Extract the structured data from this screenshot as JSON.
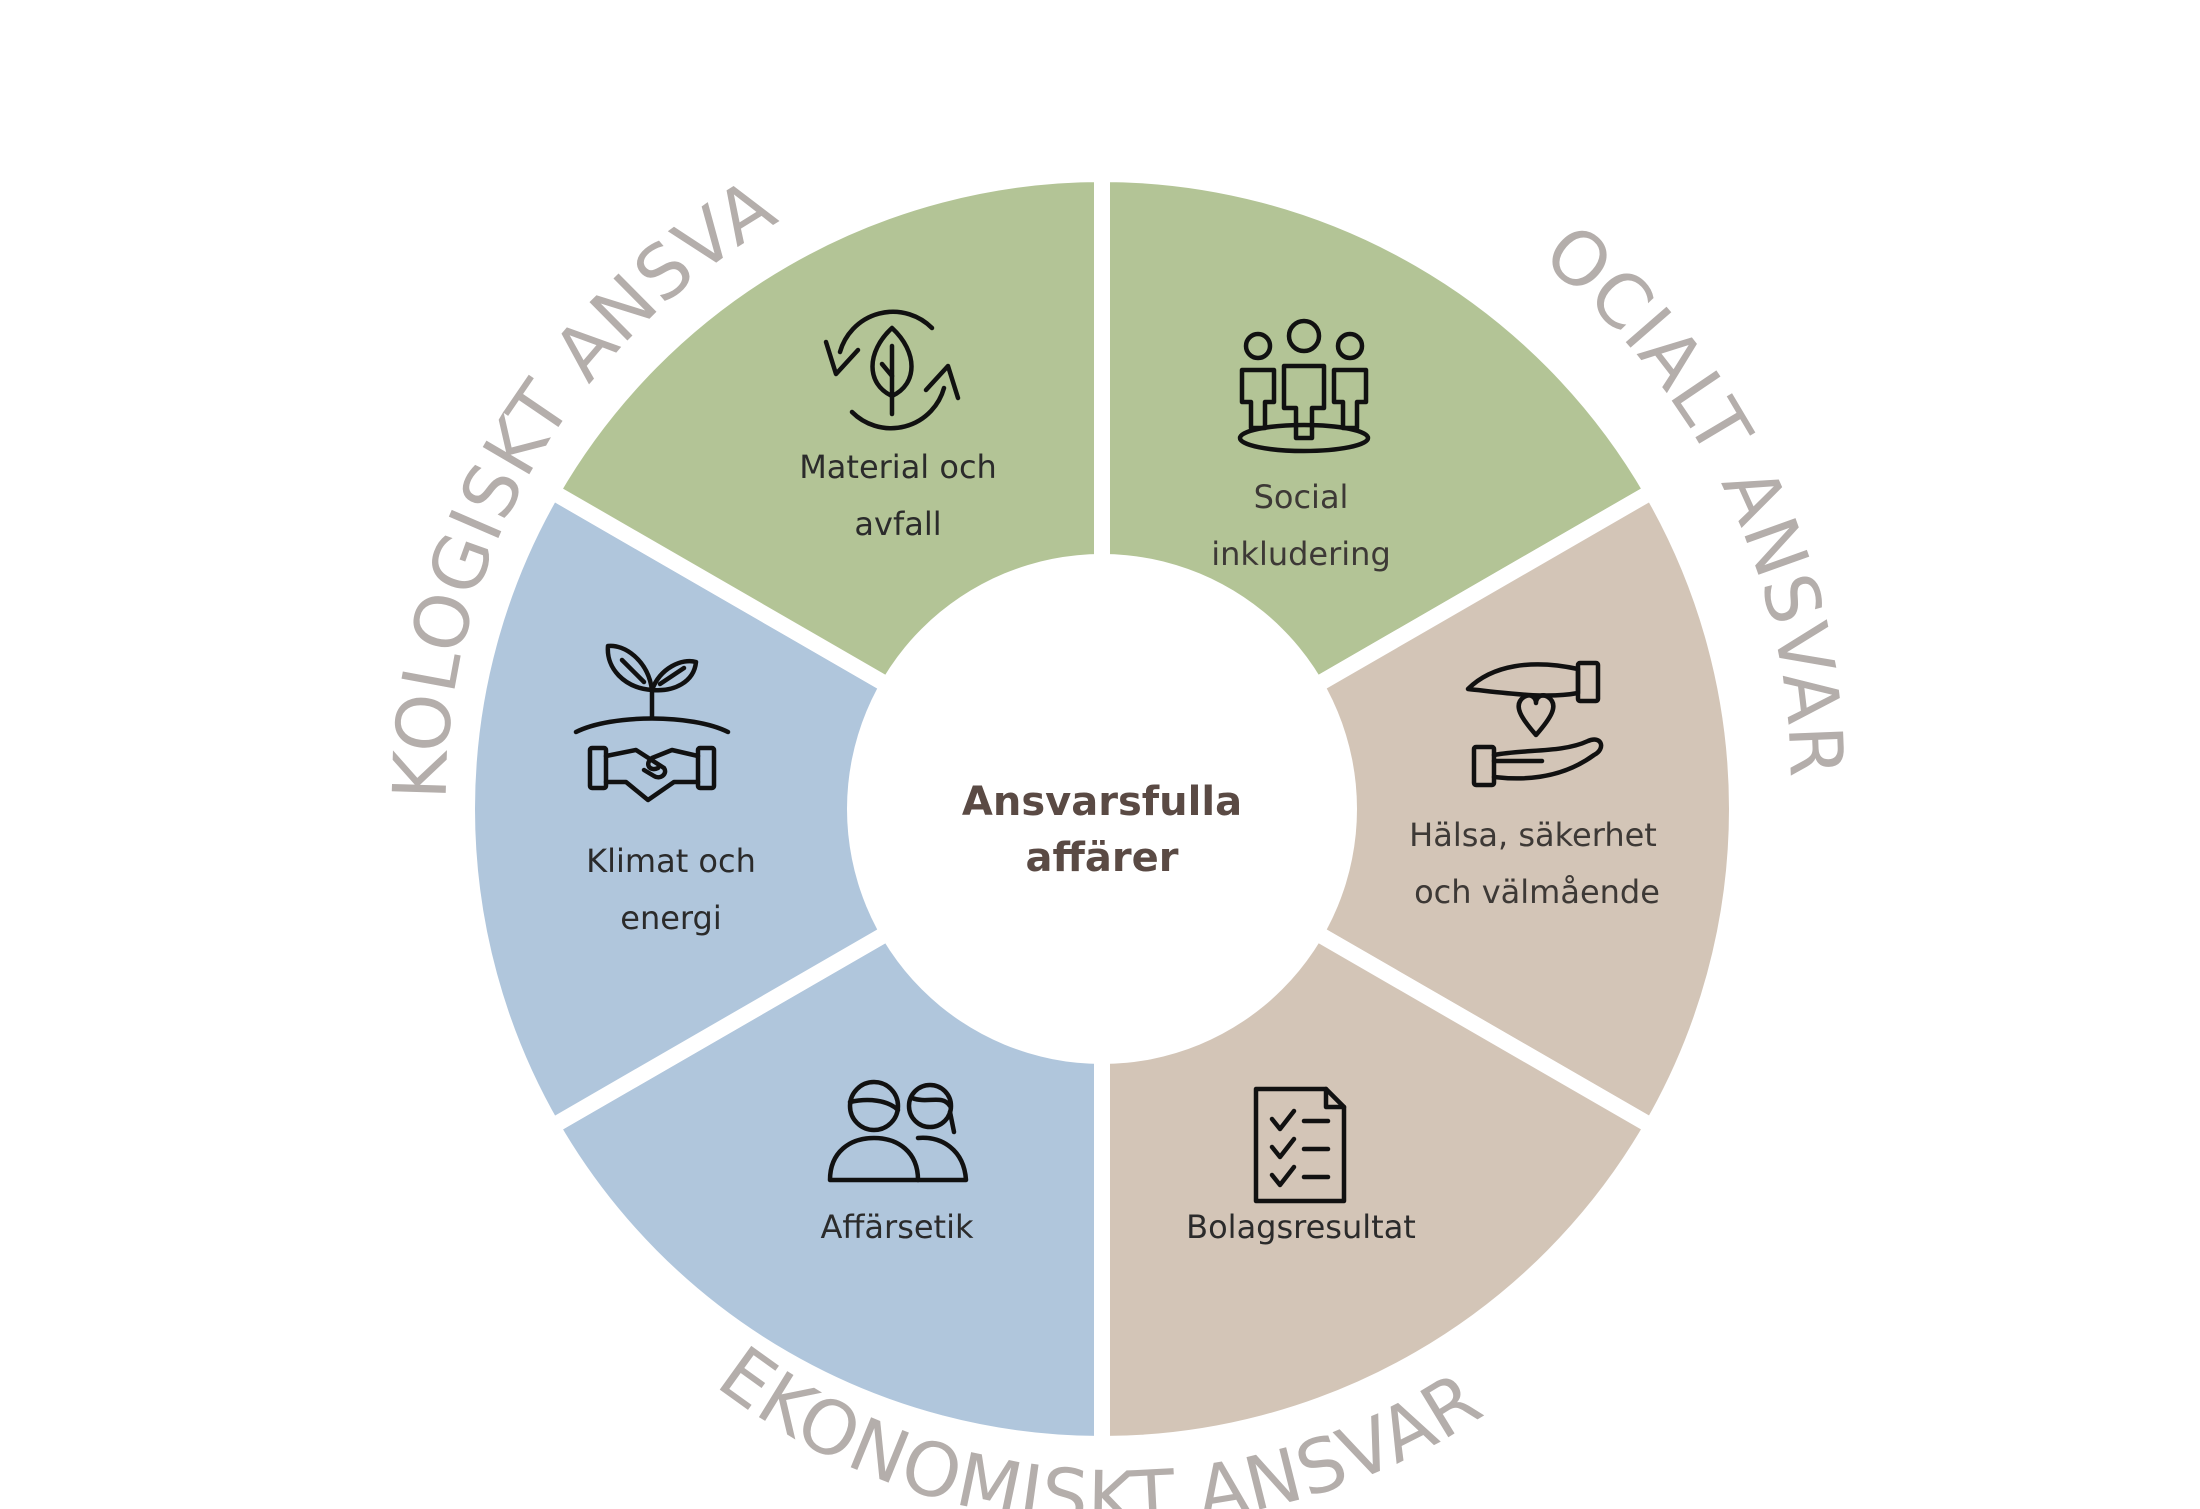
{
  "center": {
    "line1": "Ansvarsfulla",
    "line2": "affärer"
  },
  "pillars": {
    "ecological": "EKOLOGISKT ANSVAR",
    "social": "SOCIALT ANSVAR",
    "economic": "EKONOMISKT ANSVAR"
  },
  "segments": [
    {
      "id": "material",
      "group": "ecological",
      "line1": "Material och",
      "line2": "avfall",
      "icon": "recycle-leaf-icon"
    },
    {
      "id": "social-inclusion",
      "group": "social",
      "line1": "Social",
      "line2": "inkludering",
      "icon": "people-group-icon"
    },
    {
      "id": "health",
      "group": "social",
      "line1": "Hälsa, säkerhet",
      "line2": "och välmående",
      "icon": "hands-heart-icon"
    },
    {
      "id": "results",
      "group": "economic",
      "line1": "Bolagsresultat",
      "line2": "",
      "icon": "checklist-icon"
    },
    {
      "id": "ethics",
      "group": "economic",
      "line1": "Affärsetik",
      "line2": "",
      "icon": "two-people-icon"
    },
    {
      "id": "climate",
      "group": "ecological",
      "line1": "Klimat och",
      "line2": "energi",
      "icon": "plant-handshake-icon"
    }
  ],
  "colors": {
    "ecological": "#b3c496",
    "social": "#d3c5b7",
    "economic": "#b0c6dc",
    "ring_text": "#b4aeab",
    "center_text": "#5a4a44",
    "label_text": "#2b2b2b"
  }
}
